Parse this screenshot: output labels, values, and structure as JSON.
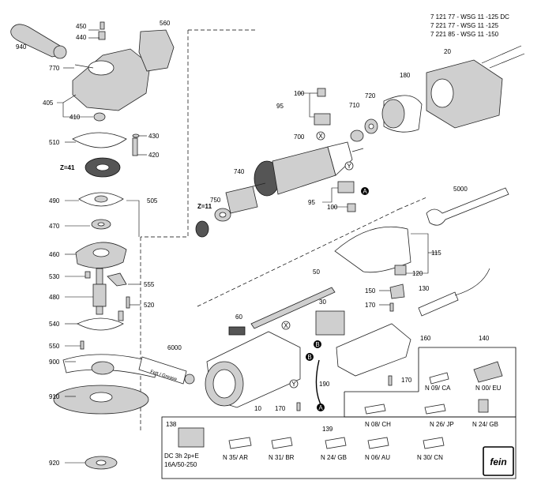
{
  "header_lines": [
    "7 121 77 - WSG 11 -125 DC",
    "7 221 77 - WSG 11 -125",
    "7 221 85 - WSG 11 -150"
  ],
  "gear_labels": {
    "z41": "Z=41",
    "z11": "Z=11"
  },
  "callouts": {
    "c10": "10",
    "c20": "20",
    "c30": "30",
    "c50": "50",
    "c60": "60",
    "c95a": "95",
    "c95b": "95",
    "c100a": "100",
    "c100b": "100",
    "c115": "115",
    "c120": "120",
    "c130": "130",
    "c138": "138",
    "c139": "139",
    "c140": "140",
    "c150": "150",
    "c160": "160",
    "c170a": "170",
    "c170b": "170",
    "c170c": "170",
    "c180": "180",
    "c190": "190",
    "c405": "405",
    "c410": "410",
    "c420": "420",
    "c430": "430",
    "c440": "440",
    "c450": "450",
    "c460": "460",
    "c470": "470",
    "c480": "480",
    "c490": "490",
    "c505": "505",
    "c510": "510",
    "c520": "520",
    "c530": "530",
    "c540": "540",
    "c550": "550",
    "c555": "555",
    "c560": "560",
    "c700": "700",
    "c710": "710",
    "c720": "720",
    "c740": "740",
    "c750": "750",
    "c770": "770",
    "c900": "900",
    "c910": "910",
    "c920": "920",
    "c940": "940",
    "c5000": "5000",
    "c6000": "6000"
  },
  "markers": {
    "x": "X",
    "y": "Y",
    "a": "A",
    "b": "B"
  },
  "tube_label": "Fett / Grease",
  "plug_labels": {
    "n09ca": "N 09/ CA",
    "n00eu": "N 00/ EU",
    "n08ch": "N 08/ CH",
    "n26jp": "N 26/ JP",
    "n24gb_side": "N 24/ GB",
    "n35ar": "N 35/ AR",
    "n31br": "N 31/ BR",
    "n24gb": "N 24/ GB",
    "n06au": "N 06/ AU",
    "n30cn": "N 30/ CN"
  },
  "dc_plug": {
    "line1": "DC 3h 2p+E",
    "line2": "16A/50-250"
  },
  "logo_text": "fein"
}
